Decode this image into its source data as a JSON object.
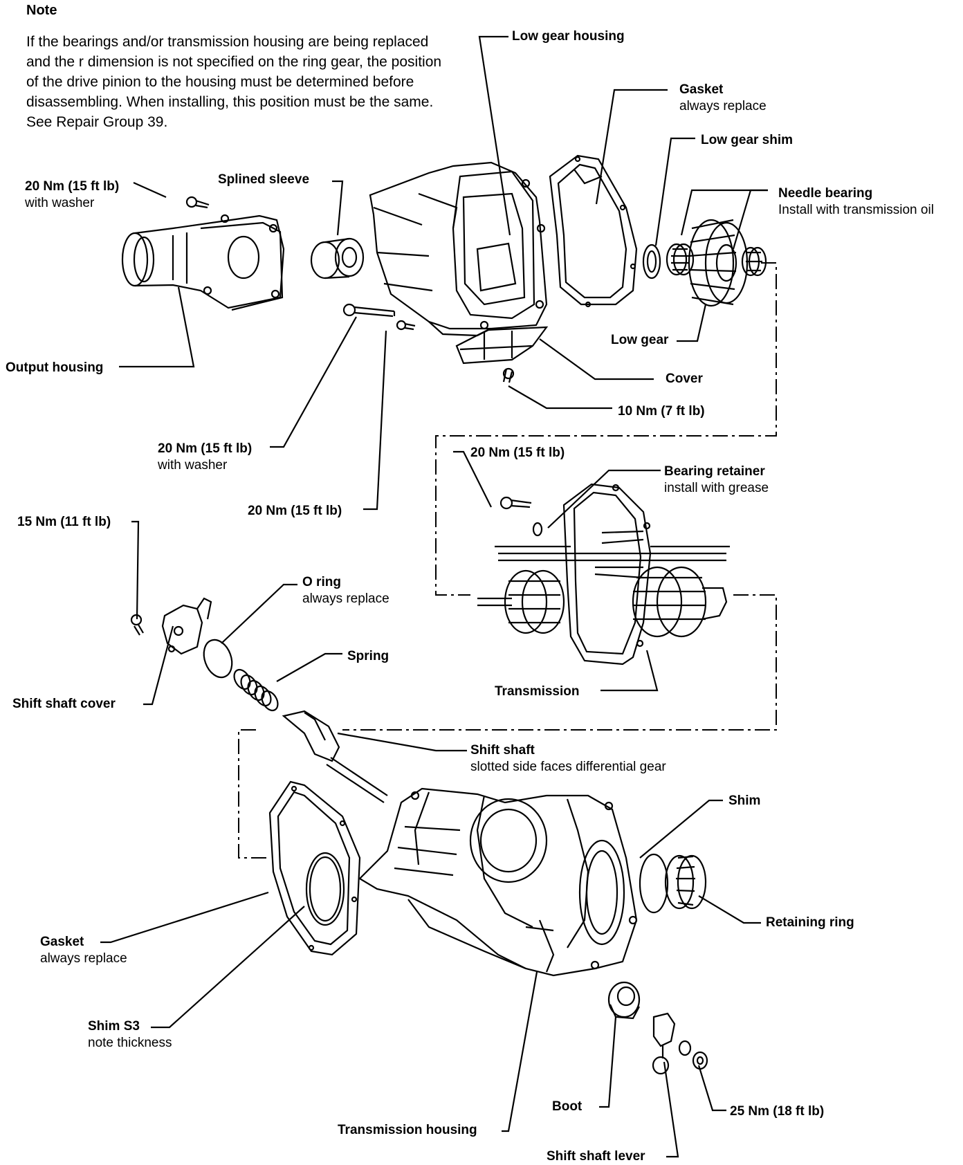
{
  "note": {
    "title": "Note",
    "text": "If the bearings and/or transmission housing are being replaced and the r dimension is not specified on the ring gear, the position of the drive pinion to the housing must be determined before disassembling. When installing, this position must be the same. See Repair Group 39."
  },
  "labels": {
    "low_gear_housing": "Low gear housing",
    "gasket_top": "Gasket",
    "gasket_top_note": "always replace",
    "low_gear_shim": "Low gear shim",
    "needle_bearing": "Needle bearing",
    "needle_bearing_note": "Install with transmission oil",
    "splined_sleeve": "Splined sleeve",
    "bolt_20nm_washer_top": "20 Nm (15 ft lb)",
    "bolt_20nm_washer_top_note": "with washer",
    "output_housing": "Output housing",
    "low_gear": "Low gear",
    "cover": "Cover",
    "bolt_10nm": "10 Nm (7 ft lb)",
    "bolt_20nm_washer_mid": "20 Nm (15 ft lb)",
    "bolt_20nm_washer_mid_note": "with washer",
    "bolt_20nm_retainer": "20 Nm (15 ft lb)",
    "bearing_retainer": "Bearing retainer",
    "bearing_retainer_note": "install with grease",
    "bolt_20nm_plain": "20 Nm (15 ft lb)",
    "bolt_15nm": "15 Nm (11 ft lb)",
    "o_ring": "O ring",
    "o_ring_note": "always replace",
    "spring": "Spring",
    "shift_shaft_cover": "Shift shaft cover",
    "transmission": "Transmission",
    "shift_shaft": "Shift shaft",
    "shift_shaft_note": "slotted side faces differential gear",
    "shim": "Shim",
    "retaining_ring": "Retaining ring",
    "gasket_bottom": "Gasket",
    "gasket_bottom_note": "always replace",
    "shim_s3": "Shim S3",
    "shim_s3_note": "note thickness",
    "boot": "Boot",
    "bolt_25nm": "25 Nm (18 ft lb)",
    "transmission_housing": "Transmission housing",
    "shift_shaft_lever": "Shift shaft lever"
  }
}
